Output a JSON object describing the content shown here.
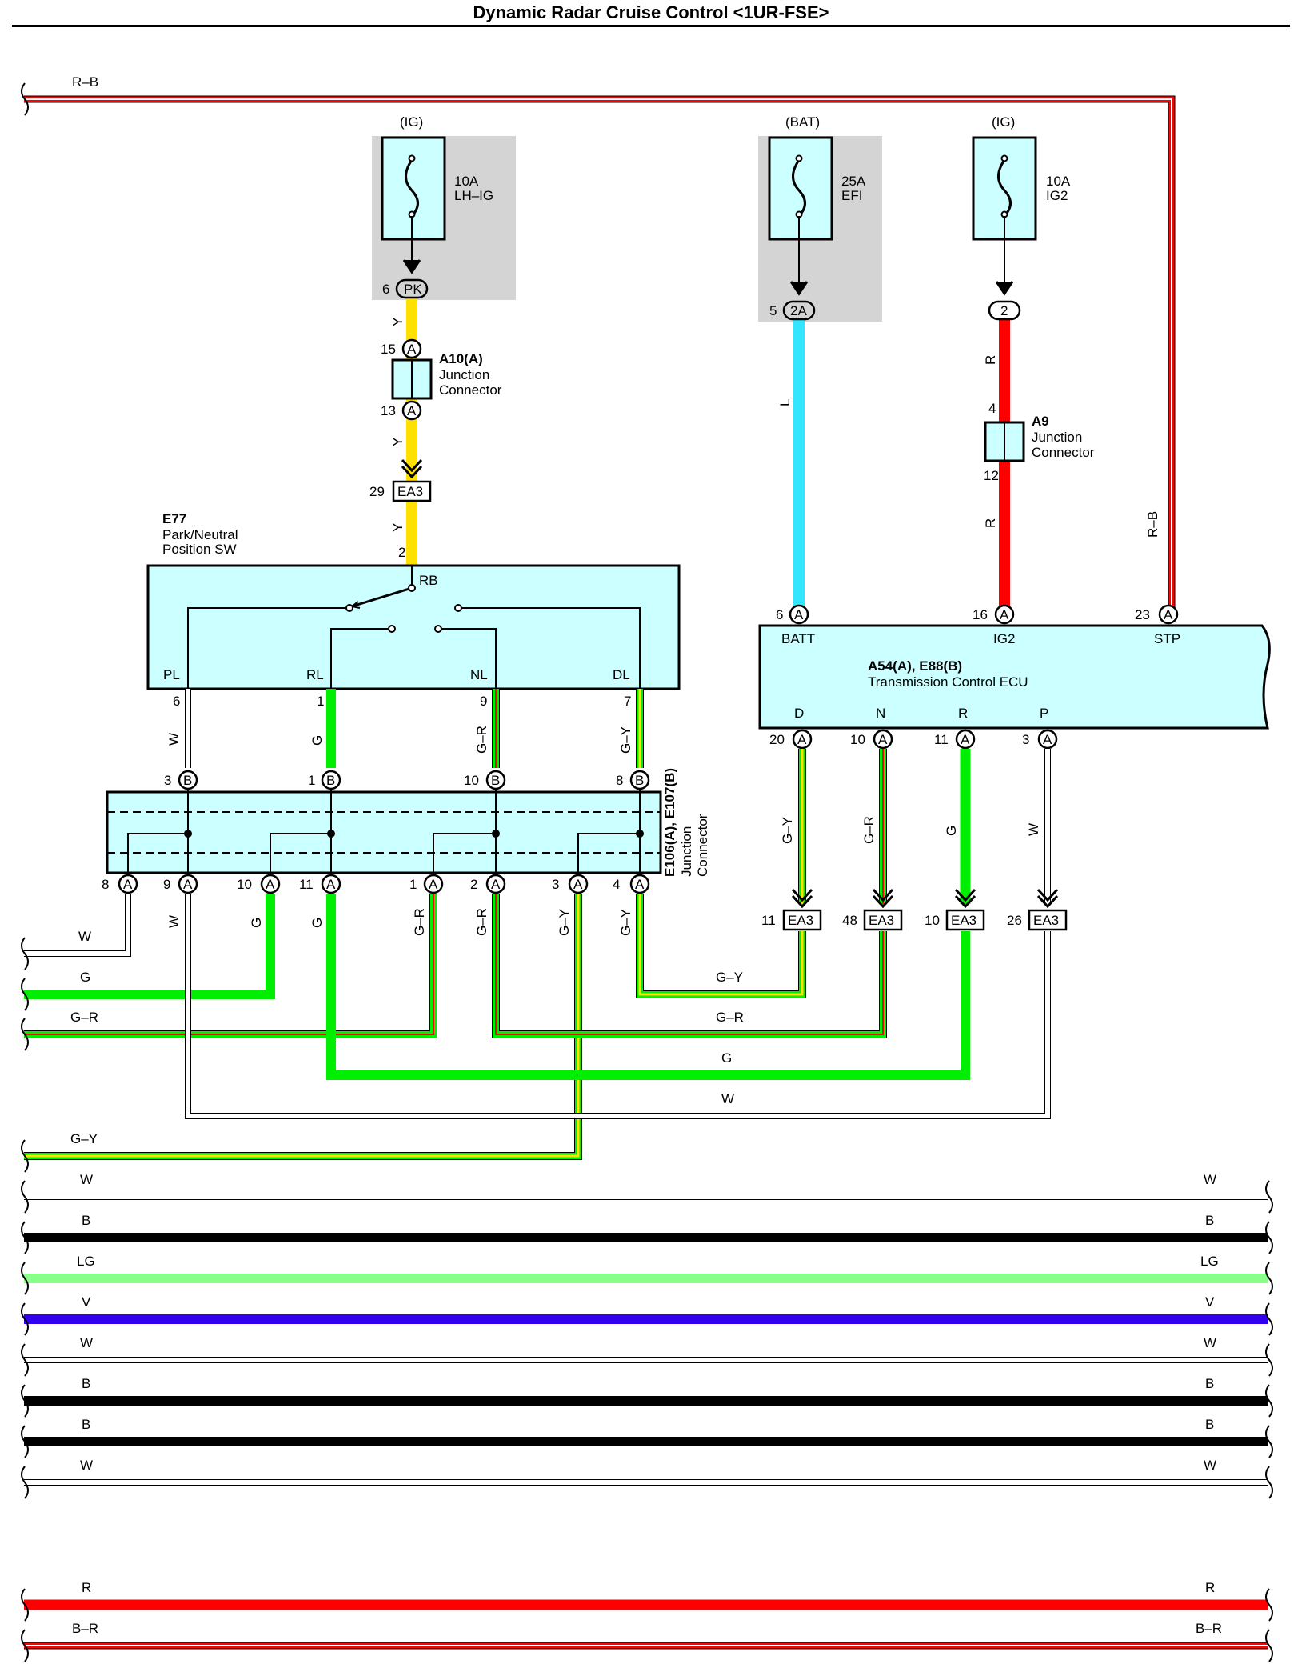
{
  "title": "Dynamic Radar Cruise Control <1UR-FSE>",
  "colors": {
    "Y": "#ffe000",
    "L": "#33e6ff",
    "R": "#ff0000",
    "G": "#00ee00",
    "W": "#ffffff",
    "B": "#000000",
    "LG": "#88ff88",
    "V": "#3300ee",
    "component_fill": "#ccffff",
    "fuse_bg": "#d4d4d4"
  },
  "fuses": [
    {
      "id": "lhig",
      "source": "(IG)",
      "rating": "10A",
      "name": "LH–IG",
      "pin": "6",
      "connector": "PK"
    },
    {
      "id": "efi",
      "source": "(BAT)",
      "rating": "25A",
      "name": "EFI",
      "pin": "5",
      "connector": "2A"
    },
    {
      "id": "ig2",
      "source": "(IG)",
      "rating": "10A",
      "name": "IG2",
      "pin": "",
      "connector": "2"
    }
  ],
  "components": {
    "a10": {
      "code": "A10(A)",
      "name_line1": "Junction",
      "name_line2": "Connector",
      "pin_top": "15",
      "pin_bottom": "13",
      "letter": "A"
    },
    "a9": {
      "code": "A9",
      "name_line1": "Junction",
      "name_line2": "Connector",
      "pin_top": "4",
      "pin_bottom": "12"
    },
    "e77": {
      "code": "E77",
      "name_line1": "Park/Neutral",
      "name_line2": "Position SW",
      "pin_in": "2",
      "term_rb": "RB",
      "terminals": [
        {
          "name": "PL",
          "pin": "6"
        },
        {
          "name": "RL",
          "pin": "1"
        },
        {
          "name": "NL",
          "pin": "9"
        },
        {
          "name": "DL",
          "pin": "7"
        }
      ]
    },
    "e106": {
      "code": "E106(A), E107(B)",
      "name_line1": "Junction",
      "name_line2": "Connector",
      "top_pins": [
        "3",
        "1",
        "10",
        "8"
      ],
      "top_letter": "B",
      "bottom_pins": [
        "8",
        "9",
        "10",
        "11",
        "1",
        "2",
        "3",
        "4"
      ],
      "bottom_letter": "A"
    },
    "ecu": {
      "code": "A54(A), E88(B)",
      "name": "Transmission Control ECU",
      "top": [
        {
          "name": "BATT",
          "pin": "6"
        },
        {
          "name": "IG2",
          "pin": "16"
        },
        {
          "name": "STP",
          "pin": "23"
        }
      ],
      "bottom": [
        {
          "name": "D",
          "pin": "20"
        },
        {
          "name": "N",
          "pin": "10"
        },
        {
          "name": "R",
          "pin": "11"
        },
        {
          "name": "P",
          "pin": "3"
        }
      ],
      "letter": "A"
    }
  },
  "ea3": {
    "label": "EA3",
    "pin_top": "29",
    "pins_bottom": [
      "11",
      "48",
      "10",
      "26"
    ]
  },
  "wire_labels": {
    "rb": "R–B",
    "y": "Y",
    "l": "L",
    "r": "R",
    "w": "W",
    "g": "G",
    "gr": "G–R",
    "gy": "G–Y"
  },
  "left_wires": [
    "W",
    "G",
    "G–R",
    "G–Y"
  ],
  "through_wires": [
    "W",
    "B",
    "LG",
    "V",
    "W",
    "B",
    "B",
    "W",
    "R",
    "B–R"
  ]
}
